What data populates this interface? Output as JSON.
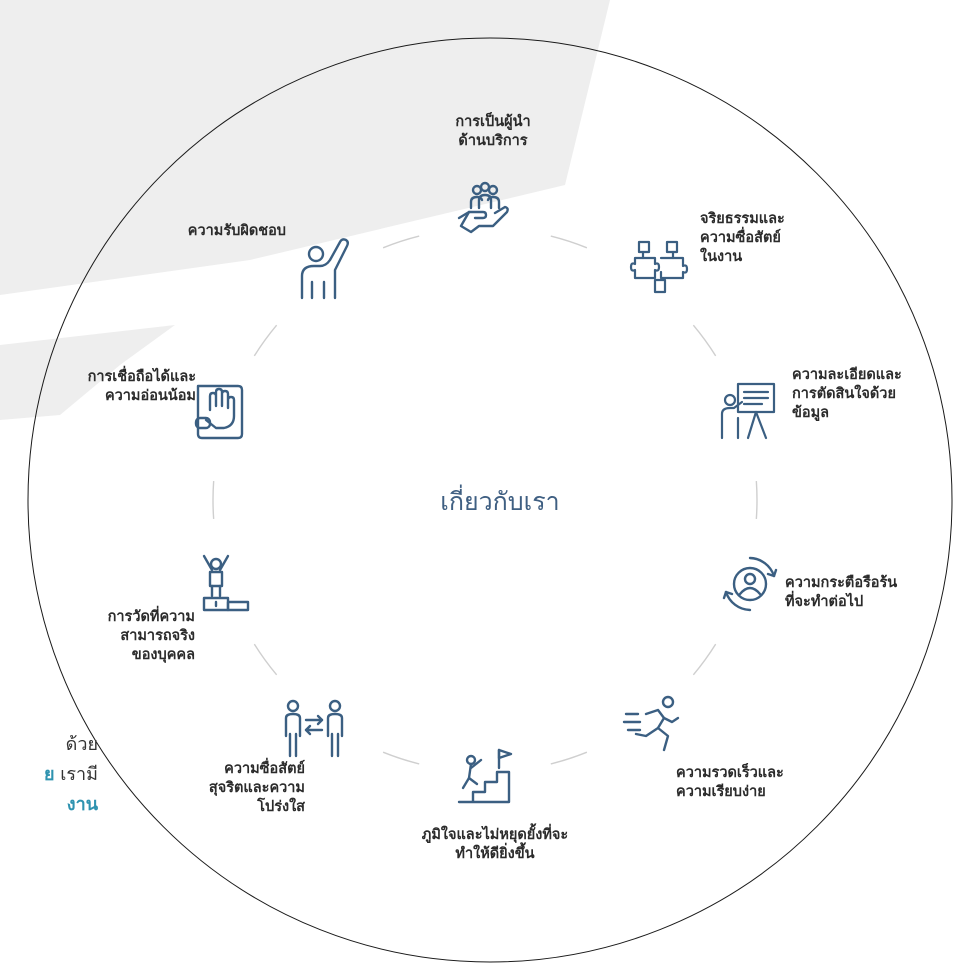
{
  "center_title": "เกี่ยวกับเรา",
  "values": [
    {
      "id": "service-leadership",
      "label": "การเป็นผู้นำ\nด้านบริการ",
      "icon": "hand-holding-people-icon"
    },
    {
      "id": "ethics-integrity",
      "label": "จริยธรรมและ\nความซื่อสัตย์\nในงาน",
      "icon": "puzzle-handshake-icon"
    },
    {
      "id": "detail-data-decisions",
      "label": "ความละเอียดและ\nการตัดสินใจด้วย\nข้อมูล",
      "icon": "presenter-chart-icon"
    },
    {
      "id": "eagerness-next",
      "label": "ความกระตือรือร้น\nที่จะทำต่อไป",
      "icon": "person-cycle-icon"
    },
    {
      "id": "speed-simplicity",
      "label": "ความรวดเร็วและ\nความเรียบง่าย",
      "icon": "running-person-icon"
    },
    {
      "id": "pride-improve",
      "label": "ภูมิใจและไม่หยุดยั้งที่จะ\nทำให้ดียิ่งขึ้น",
      "icon": "climbing-stairs-flag-icon"
    },
    {
      "id": "honesty-transparency",
      "label": "ความซื่อสัตย์\nสุจริตและความ\nโปร่งใส",
      "icon": "two-people-exchange-icon"
    },
    {
      "id": "measured-ability",
      "label": "การวัดที่ความ\nสามารถจริง\nของบุคคล",
      "icon": "podium-winner-icon"
    },
    {
      "id": "reliability-humility",
      "label": "การเชื่อถือได้และ\nความอ่อนน้อม",
      "icon": "hand-on-book-icon"
    },
    {
      "id": "accountability",
      "label": "ความรับผิดชอบ",
      "icon": "raised-hand-person-icon"
    }
  ],
  "left_snippet": {
    "line1": "ด้วย",
    "line2_accent": "ย",
    "line2_rest": " เรามี",
    "line3_accent": "งาน"
  },
  "colors": {
    "icon": "#3b5f82",
    "arc": "#cfcfcf",
    "circle": "#1a1a1a",
    "background_shape": "#eeeeee",
    "title": "#3f5f82",
    "accent": "#2f93b0"
  }
}
